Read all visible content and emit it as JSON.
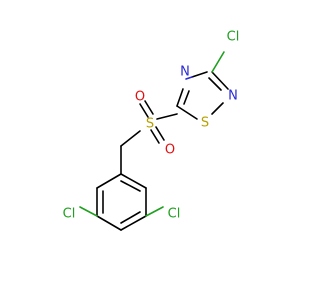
{
  "molecule": {
    "atoms": {
      "cl_thiadiazole": {
        "label": "Cl",
        "color": "#1fa01f"
      },
      "n_ring_top": {
        "label": "N",
        "color": "#2a2ad6"
      },
      "n_ring_right": {
        "label": "N",
        "color": "#2a2ad6"
      },
      "s_ring": {
        "label": "S",
        "color": "#b8a000"
      },
      "s_sulfonyl": {
        "label": "S",
        "color": "#b8a000"
      },
      "o_sulfonyl_top": {
        "label": "O",
        "color": "#e01010"
      },
      "o_sulfonyl_bottom": {
        "label": "O",
        "color": "#e01010"
      },
      "cl_left": {
        "label": "Cl",
        "color": "#1fa01f"
      },
      "cl_right": {
        "label": "Cl",
        "color": "#1fa01f"
      }
    }
  }
}
